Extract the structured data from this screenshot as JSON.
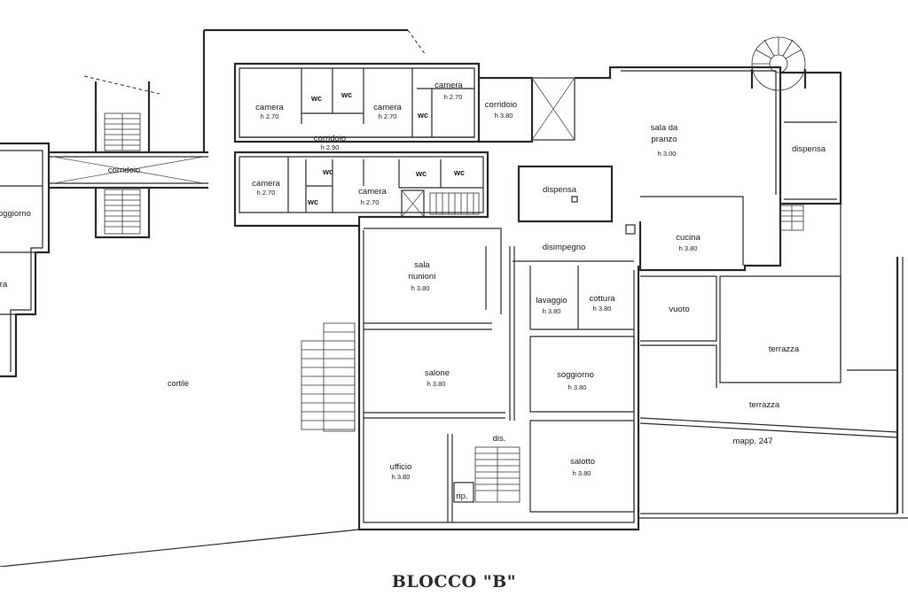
{
  "title": "BLOCCO \"B\"",
  "rooms": {
    "camera_1": {
      "name": "camera",
      "height": "h 2.70"
    },
    "wc_1": {
      "name": "wc"
    },
    "wc_2": {
      "name": "wc"
    },
    "camera_2": {
      "name": "camera",
      "height": "h 2.70"
    },
    "camera_3": {
      "name": "camera",
      "height": "h 2.70"
    },
    "wc_3": {
      "name": "wc"
    },
    "corridoio_upper": {
      "name": "corridoio",
      "height": "h 3.80"
    },
    "corridoio_mid": {
      "name": "corridoio",
      "height": "h 2.90"
    },
    "corridoio_left": {
      "name": "corridoio"
    },
    "camera_4": {
      "name": "camera",
      "height": "h 2.70"
    },
    "wc_4": {
      "name": "wc"
    },
    "wc_5": {
      "name": "wc"
    },
    "camera_5": {
      "name": "camera",
      "height": "h 2.70"
    },
    "wc_6": {
      "name": "wc"
    },
    "wc_7": {
      "name": "wc"
    },
    "sala_pranzo_1": {
      "name": "sala da"
    },
    "sala_pranzo_2": {
      "name": "pranzo",
      "height": "h 3.00"
    },
    "dispensa_right": {
      "name": "dispensa"
    },
    "dispensa_center": {
      "name": "dispensa"
    },
    "disimpegno": {
      "name": "disimpegno"
    },
    "cucina": {
      "name": "cucina",
      "height": "h 3.80"
    },
    "sala_riunioni_1": {
      "name": "sala"
    },
    "sala_riunioni_2": {
      "name": "riunioni",
      "height": "h 3.80"
    },
    "lavaggio": {
      "name": "lavaggio",
      "height": "h 3.80"
    },
    "cottura": {
      "name": "cottura",
      "height": "h 3.80"
    },
    "vuoto": {
      "name": "vuoto"
    },
    "terrazza_1": {
      "name": "terrazza"
    },
    "terrazza_2": {
      "name": "terrazza"
    },
    "salone": {
      "name": "salone",
      "height": "h 3.80"
    },
    "soggiorno": {
      "name": "soggiorno",
      "height": "h 3.80"
    },
    "soggiorno_left": {
      "name": "soggiorno"
    },
    "ra_left": {
      "name": "ra"
    },
    "cortile": {
      "name": "cortile"
    },
    "dis": {
      "name": "dis."
    },
    "mapp": {
      "name": "mapp. 247"
    },
    "ufficio": {
      "name": "ufficio",
      "height": "h 3.80"
    },
    "salotto": {
      "name": "salotto",
      "height": "h 3.80"
    },
    "rip": {
      "name": "rip."
    }
  }
}
